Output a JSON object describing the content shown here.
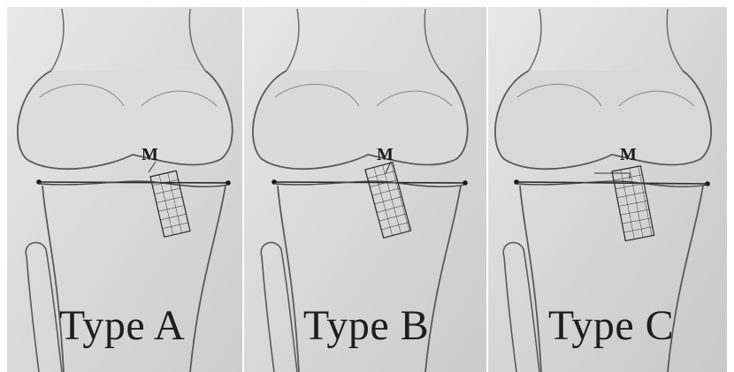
{
  "panels": [
    {
      "caption": "Type A",
      "marker": "M"
    },
    {
      "caption": "Type B",
      "marker": "M"
    },
    {
      "caption": "Type C",
      "marker": "M"
    }
  ]
}
